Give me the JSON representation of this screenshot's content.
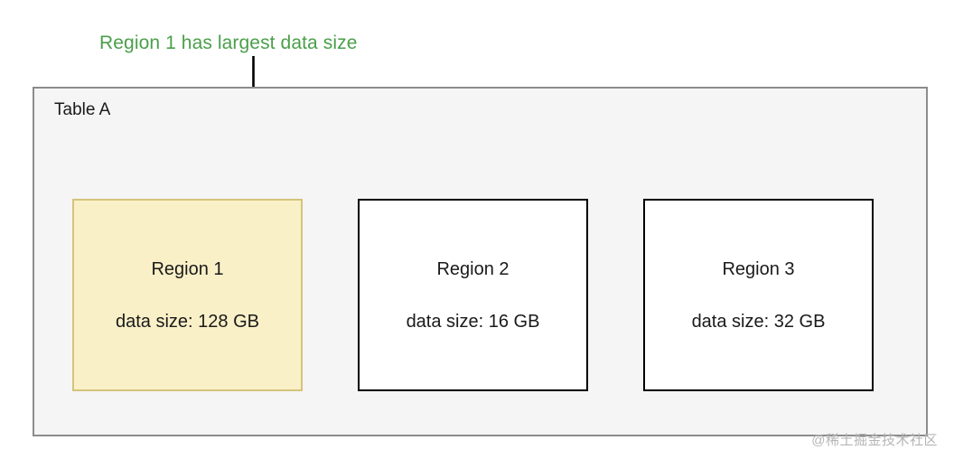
{
  "annotation": {
    "text": "Region 1 has largest data size",
    "color": "#4a9f4a"
  },
  "arrow": {
    "name": "down-arrow-icon",
    "color": "#000000"
  },
  "table": {
    "title": "Table A",
    "border_color": "#8c8c8c",
    "fill_color": "#f5f5f5",
    "regions": [
      {
        "name": "Region 1",
        "size_label": "data size: 128 GB",
        "highlighted": true,
        "fill_color": "#faf0c8",
        "border_color": "#d6c37a"
      },
      {
        "name": "Region 2",
        "size_label": "data size: 16 GB",
        "highlighted": false,
        "fill_color": "#ffffff",
        "border_color": "#000000"
      },
      {
        "name": "Region 3",
        "size_label": "data size: 32 GB",
        "highlighted": false,
        "fill_color": "#ffffff",
        "border_color": "#000000"
      }
    ]
  },
  "watermark": {
    "text": "@稀土掘金技术社区"
  }
}
